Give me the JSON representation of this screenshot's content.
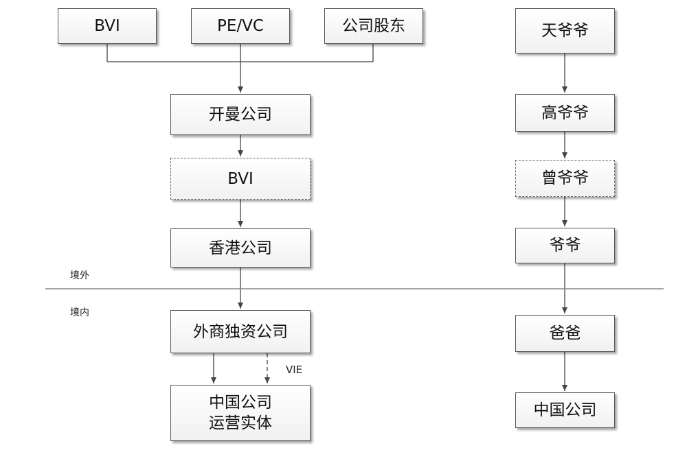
{
  "left": {
    "top_boxes": [
      "BVI",
      "PE/VC",
      "公司股东"
    ],
    "kaiman": "开曼公司",
    "bvi": "BVI",
    "hk": "香港公司",
    "wfoe": "外商独资公司",
    "china_line1": "中国公司",
    "china_line2": "运营实体",
    "vie_label": "VIE"
  },
  "right": {
    "tian": "天爷爷",
    "gao": "高爷爷",
    "zeng": "曾爷爷",
    "ye": "爷爷",
    "ba": "爸爸",
    "china": "中国公司"
  },
  "zones": {
    "offshore": "境外",
    "onshore": "境内"
  }
}
